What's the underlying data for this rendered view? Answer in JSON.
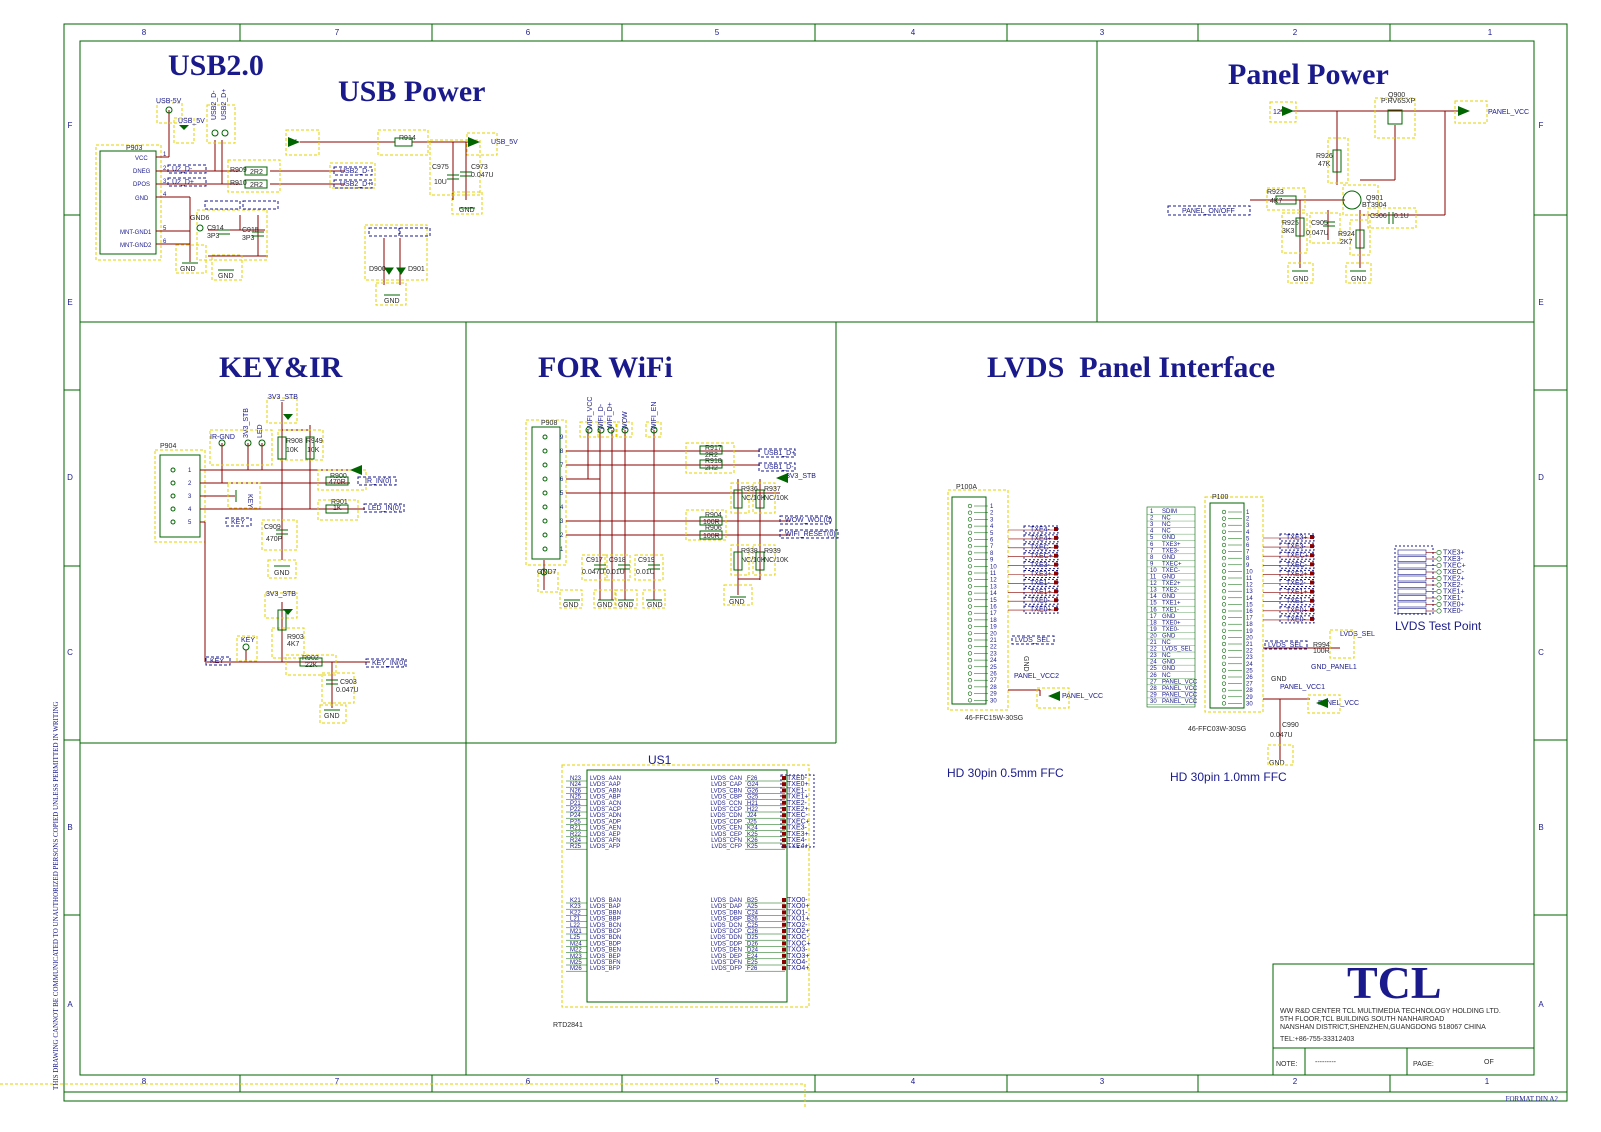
{
  "sheet": {
    "col_labels": [
      "8",
      "7",
      "6",
      "5",
      "4",
      "3",
      "2",
      "1"
    ],
    "row_labels": [
      "F",
      "E",
      "D",
      "C",
      "B",
      "A"
    ],
    "side_note": "THIS DRAWING CANNOT BE COMMUNICATED TO UNAUTHORIZED PERSONS COPIED UNLESS PERMITTED IN WRITING",
    "format": "FORMAT DIN A2"
  },
  "sections": {
    "usb20": "USB2.0",
    "usb_power": "USB Power",
    "panel_power": "Panel Power",
    "key_ir": "KEY&IR",
    "wifi": "FOR WiFi",
    "lvds": "LVDS  Panel Interface"
  },
  "usb": {
    "connector": "P903",
    "pins": [
      "VCC",
      "DNEG",
      "DPOS",
      "GND",
      "MNT-GND1",
      "MNT-GND2"
    ],
    "pin_nums": [
      "1",
      "2",
      "3",
      "4",
      "5",
      "6"
    ],
    "nets": [
      "USB-5V",
      "USB_5V",
      "USB2_D-",
      "USB2_D+",
      "U2_D-",
      "U2_D+",
      "5V",
      "USB_5V",
      "USB2_D-",
      "USB2_D+",
      "GND",
      "GND",
      "GND",
      "GND"
    ],
    "parts": [
      "R909",
      "2R2",
      "R910",
      "2R2",
      "C914",
      "3P3",
      "C915",
      "3P3",
      "GND6",
      "R914",
      "C975",
      "10U",
      "C973",
      "0.047U",
      "D900",
      "D901"
    ]
  },
  "panel_power": {
    "nets": [
      "12V",
      "PANEL_VCC",
      "PANEL_ON/OFF",
      "GND",
      "GND"
    ],
    "parts": [
      "Q900",
      "P:RV6SXP",
      "R926",
      "47K",
      "R923",
      "4K7",
      "Q901",
      "BT3904",
      "R925",
      "3K3",
      "C905",
      "0.047U",
      "R924",
      "2K7",
      "C906",
      "0.1U"
    ]
  },
  "key_ir": {
    "connector": "P904",
    "pin_nums": [
      "1",
      "2",
      "3",
      "4",
      "5"
    ],
    "nets": [
      "3V3_STB",
      "IR-GND",
      "3V3_STB",
      "LED",
      "R908",
      "10K",
      "R949",
      "10K",
      "R900",
      "470R",
      "IR_IN(0)",
      "R901",
      "1K",
      "LED_IN(0)",
      "KEY",
      "C909",
      "470P",
      "GND",
      "3V3_STB",
      "KEY",
      "R903",
      "4K7",
      "R902",
      "22K",
      "KEY_IN(0)",
      "C903",
      "0.047U",
      "GND",
      "KEY"
    ]
  },
  "wifi": {
    "connector": "P908",
    "pin_nums": [
      "9",
      "8",
      "7",
      "6",
      "5",
      "4",
      "3",
      "2",
      "1"
    ],
    "nets": [
      "WIFI_VCC",
      "WIFI_D-",
      "WIFI_D+",
      "WOW",
      "WIFI_EN",
      "USB1_D+",
      "USB1_D-",
      "3V3_STB",
      "WOW_WOL(0)",
      "WIFI_RESET(0)",
      "GND7",
      "GND",
      "GND",
      "GND",
      "GND",
      "GND"
    ],
    "parts": [
      "R917",
      "2R2",
      "R918",
      "2R2",
      "R936",
      "NC/10K",
      "R937",
      "NC/10K",
      "R904",
      "100R",
      "R906",
      "100R",
      "R938",
      "NC/10K",
      "R939",
      "NC/10K",
      "C917",
      "0.047U",
      "C918",
      "0.01U",
      "C919",
      "0.01U"
    ]
  },
  "us1": {
    "title": "US1",
    "part": "RTD2841",
    "left_a": [
      [
        "N23",
        "LVDS_AAN"
      ],
      [
        "N24",
        "LVDS_AAP"
      ],
      [
        "N26",
        "LVDS_ABN"
      ],
      [
        "N25",
        "LVDS_ABP"
      ],
      [
        "P21",
        "LVDS_ACN"
      ],
      [
        "P22",
        "LVDS_ACP"
      ],
      [
        "P24",
        "LVDS_ADN"
      ],
      [
        "P25",
        "LVDS_ADP"
      ],
      [
        "R21",
        "LVDS_AEN"
      ],
      [
        "R22",
        "LVDS_AEP"
      ],
      [
        "R24",
        "LVDS_AFN"
      ],
      [
        "R25",
        "LVDS_AFP"
      ]
    ],
    "right_a": [
      [
        "LVDS_CAN",
        "F26",
        "TXE0-"
      ],
      [
        "LVDS_CAP",
        "G24",
        "TXE0+"
      ],
      [
        "LVDS_CBN",
        "G26",
        "TXE1-"
      ],
      [
        "LVDS_CBP",
        "G25",
        "TXE1+"
      ],
      [
        "LVDS_CCN",
        "H21",
        "TXE2-"
      ],
      [
        "LVDS_CCP",
        "H22",
        "TXE2+"
      ],
      [
        "LVDS_CDN",
        "J24",
        "TXEC-"
      ],
      [
        "LVDS_CDP",
        "J25",
        "TXEC+"
      ],
      [
        "LVDS_CEN",
        "K24",
        "TXE3-"
      ],
      [
        "LVDS_CEP",
        "K25",
        "TXE3+"
      ],
      [
        "LVDS_CFN",
        "K26",
        "TXE4-"
      ],
      [
        "LVDS_CFP",
        "K25",
        "TXE4+"
      ]
    ],
    "left_b": [
      [
        "K21",
        "LVDS_BAN"
      ],
      [
        "K23",
        "LVDS_BAP"
      ],
      [
        "K22",
        "LVDS_BBN"
      ],
      [
        "L21",
        "LVDS_BBP"
      ],
      [
        "L22",
        "LVDS_BCN"
      ],
      [
        "M21",
        "LVDS_BCP"
      ],
      [
        "L25",
        "LVDS_BDN"
      ],
      [
        "M24",
        "LVDS_BDP"
      ],
      [
        "M22",
        "LVDS_BEN"
      ],
      [
        "M23",
        "LVDS_BEP"
      ],
      [
        "M25",
        "LVDS_BFN"
      ],
      [
        "M26",
        "LVDS_BFP"
      ]
    ],
    "right_b": [
      [
        "LVDS_DAN",
        "B25",
        "TXO0-"
      ],
      [
        "LVDS_DAP",
        "A25",
        "TXO0+"
      ],
      [
        "LVDS_DBN",
        "C24",
        "TXO1-"
      ],
      [
        "LVDS_DBP",
        "B26",
        "TXO1+"
      ],
      [
        "LVDS_DCN",
        "C25",
        "TXO2-"
      ],
      [
        "LVDS_DCP",
        "C26",
        "TXO2+"
      ],
      [
        "LVDS_DDN",
        "D25",
        "TXOC-"
      ],
      [
        "LVDS_DDP",
        "D26",
        "TXOC+"
      ],
      [
        "LVDS_DEN",
        "D24",
        "TXO3-"
      ],
      [
        "LVDS_DEP",
        "E24",
        "TXO3+"
      ],
      [
        "LVDS_DFN",
        "E25",
        "TXO4-"
      ],
      [
        "LVDS_DFP",
        "F26",
        "TXO4+"
      ]
    ]
  },
  "lvds": {
    "p100a": "P100A",
    "p100a_part": "46-FFC15W-30SG",
    "p100a_desc": "HD 30pin 0.5mm FFC",
    "p100a_nets": [
      "TXE4-",
      "TXE4+",
      "TXEC-",
      "TXEC+",
      "TXE3-",
      "TXE3+",
      "TXE1-",
      "TXE1+",
      "TXE0-",
      "TXE0+",
      "LVDS_SEL",
      "GND",
      "PANEL_VCC2",
      "PANEL_VCC"
    ],
    "p100": "P100",
    "p100_part": "46-FFC03W-30SG",
    "p100_desc": "HD 30pin 1.0mm FFC",
    "p100_list": [
      "SDIM",
      "NC",
      "NC",
      "NC",
      "GND",
      "TXE3+",
      "TXE3-",
      "GND",
      "TXEC+",
      "TXEC-",
      "GND",
      "TXE2+",
      "TXE2-",
      "GND",
      "TXE1+",
      "TXE1-",
      "GND",
      "TXE0+",
      "TXE0-",
      "GND",
      "NC",
      "LVDS_SEL",
      "NC",
      "GND",
      "GND",
      "NC",
      "PANEL_VCC",
      "PANEL_VCC",
      "PANEL_VCC",
      "PANEL_VCC"
    ],
    "p100_nets": [
      "TXE3+",
      "TXE3-",
      "TXEC+",
      "TXEC-",
      "TXE2+",
      "TXE2-",
      "TXE1+",
      "TXE1-",
      "TXE0+",
      "TXE0-",
      "LVDS_SEL",
      "R994",
      "100R",
      "GND_PANEL1",
      "LVDS_SEL",
      "GND",
      "PANEL_VCC1",
      "PANEL_VCC",
      "C990",
      "0.047U",
      "GND"
    ],
    "test_points": [
      "TXE3+",
      "TXE3-",
      "TXEC+",
      "TXEC-",
      "TXE2+",
      "TXE2-",
      "TXE1+",
      "TXE1-",
      "TXE0+",
      "TXE0-"
    ],
    "test_title": "LVDS Test Point"
  },
  "title_block": {
    "logo": "TCL",
    "addr1": "WW R&D CENTER TCL MULTIMEDIA TECHNOLOGY HOLDING LTD.",
    "addr2": "5TH FLOOR,TCL BUILDING SOUTH NANHAIROAD",
    "addr3": "NANSHAN DISTRICT,SHENZHEN,GUANGDONG 518067 CHINA",
    "addr4": "TEL:+86-755-33312403",
    "note_label": "NOTE:",
    "note_value": "---------",
    "page_label": "PAGE:",
    "of_label": "OF"
  },
  "colors": {
    "border": "#006400",
    "section_title": "#1a1a8c",
    "wire": "#8b0000",
    "dashed": "#e6d200",
    "net_label": "#1a1a8c"
  }
}
